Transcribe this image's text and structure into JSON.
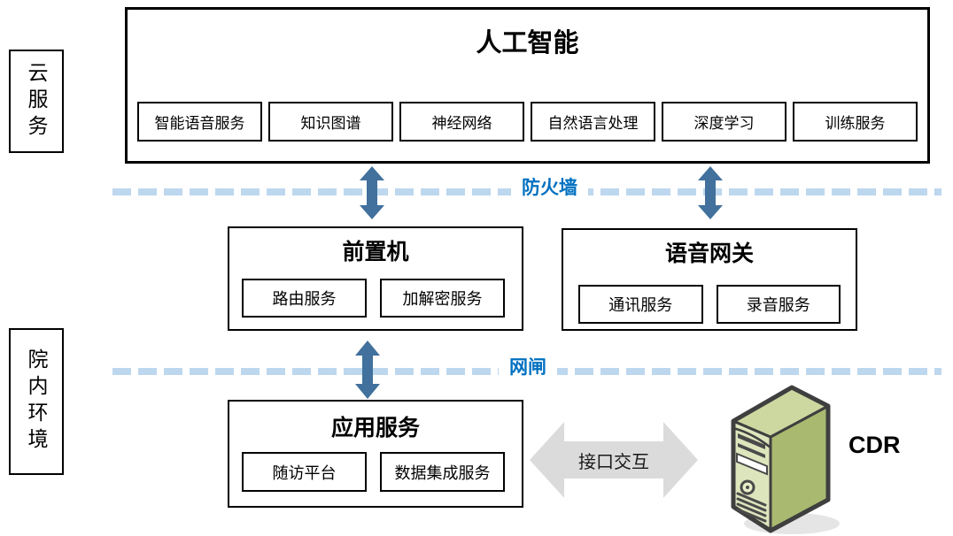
{
  "zones": {
    "cloud": {
      "label": "云服务"
    },
    "hospital": {
      "label": "院内环境"
    }
  },
  "ai_box": {
    "title": "人工智能",
    "services": [
      "智能语音服务",
      "知识图谱",
      "神经网络",
      "自然语言处理",
      "深度学习",
      "训练服务"
    ]
  },
  "barriers": {
    "firewall": {
      "label": "防火墙"
    },
    "gatekeeper": {
      "label": "网闸"
    }
  },
  "front_processor": {
    "title": "前置机",
    "services": [
      "路由服务",
      "加解密服务"
    ]
  },
  "voice_gateway": {
    "title": "语音网关",
    "services": [
      "通讯服务",
      "录音服务"
    ]
  },
  "app_service": {
    "title": "应用服务",
    "services": [
      "随访平台",
      "数据集成服务"
    ]
  },
  "interface_arrow": {
    "label": "接口交互"
  },
  "cdr": {
    "label": "CDR"
  },
  "icons": {
    "vertical_arrows": "double-arrow-vertical-icon",
    "horizontal_arrow": "double-arrow-horizontal-icon",
    "server": "server-tower-icon"
  },
  "colors": {
    "dashed_line": "#BDD7EE",
    "barrier_label_text": "#0070C0",
    "arrow_blue": "#41719C",
    "arrow_gray": "#DBDBDB",
    "box_border": "#000000",
    "server_top": "#CCD8A0",
    "server_front": "#DDE5BD",
    "server_side": "#A9BA70",
    "server_outline": "#3F3F3F"
  }
}
